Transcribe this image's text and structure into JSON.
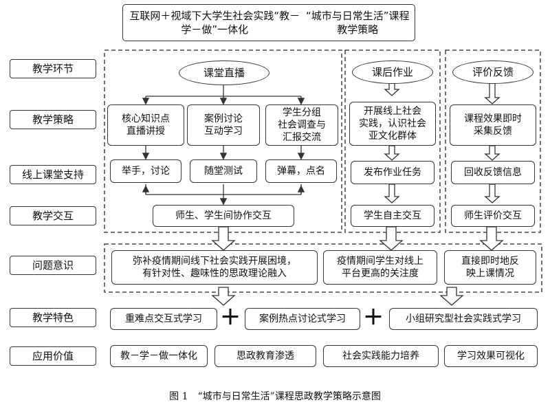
{
  "title": {
    "line1": "互联网＋视域下大学生社会实践“教－学－做”一体化",
    "line2": "“城市与日常生活”课程教学策略"
  },
  "rows": {
    "teaching_stage": "教学环节",
    "teaching_strategy": "教学策略",
    "online_support": "线上课堂支持",
    "interaction": "教学交互",
    "problem_awareness": "问题意识",
    "features": "教学特色",
    "value": "应用价值"
  },
  "live": {
    "oval": "课堂直播",
    "strategies": [
      "核心知识点\n直播讲授",
      "案例讨论\n互动学习",
      "学生分组\n社会调查与\n汇报交流"
    ],
    "support": [
      "举手，讨论",
      "随堂测试",
      "弹幕，点名"
    ],
    "interaction": "师生、学生间协作交互"
  },
  "homework": {
    "oval": "课后作业",
    "strategy": "开展线上社会\n实践，认识社会\n亚文化群体",
    "support": "发布作业任务",
    "interaction": "学生自主交互"
  },
  "feedback": {
    "oval": "评价反馈",
    "strategy": "课程效果即时\n采集反馈",
    "support": "回收反馈信息",
    "interaction": "师生评价交互"
  },
  "problems": [
    "弥补疫情期间线下社会实践开展困境，\n有针对性、趣味性的思政理论融入",
    "疫情期间学生对线上\n平台更高的关注度",
    "直接即时地反\n映上课情况"
  ],
  "features": {
    "items": [
      "重难点交互式学习",
      "案例热点讨论式学习",
      "小组研究型社会实践式学习"
    ],
    "plus": "＋"
  },
  "values": [
    "教－学－做一体化",
    "思政教育渗透",
    "社会实践能力培养",
    "学习效果可视化"
  ],
  "caption": "图 1　“城市与日常生活”课程思政教学策略示意图"
}
